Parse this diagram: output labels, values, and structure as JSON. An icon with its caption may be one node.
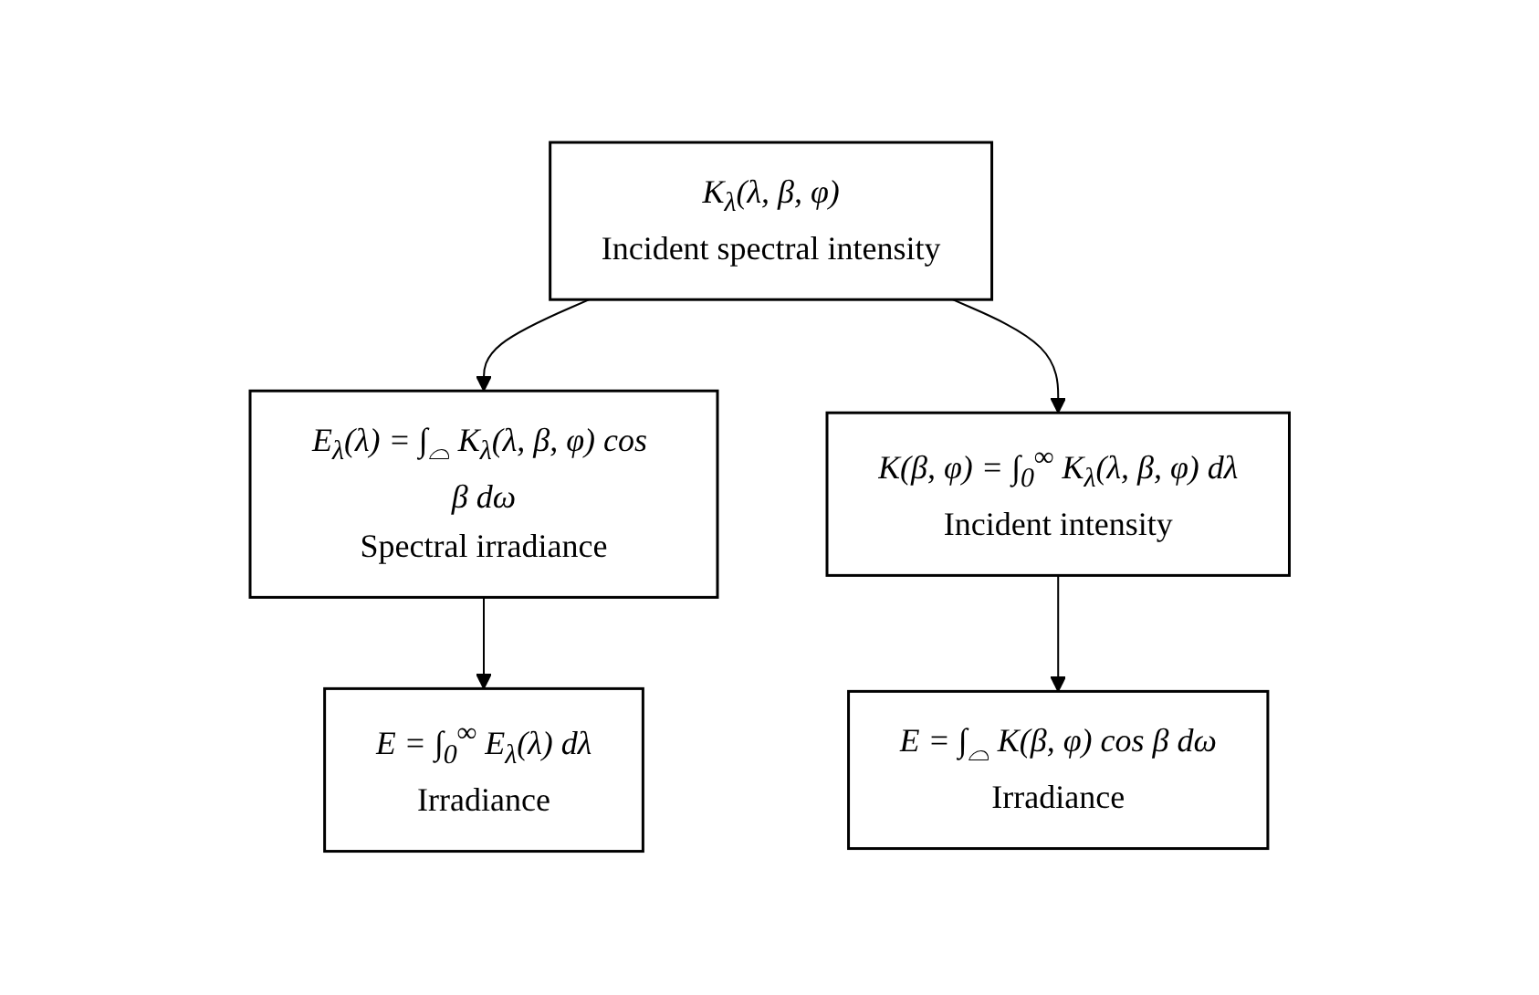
{
  "diagram": {
    "nodes": [
      {
        "text": [
          "K$_{λ}$(λ, β, φ)",
          "Incident spectral intensity"
        ]
      },
      {
        "text": [
          "E$_{λ}$(λ) = ∫$_{⌓}$ K$_{λ}$(λ, β, φ) cos β dω",
          "Spectral irradiance"
        ]
      },
      {
        "text": [
          "K(β, φ) = ∫$_{0}$$^{∞}$ K$_{λ}$(λ, β, φ) dλ",
          "Incident intensity"
        ]
      },
      {
        "text": [
          "E = ∫$_{0}$$^{∞}$ E$_{λ}$(λ) dλ",
          "Irradiance"
        ]
      },
      {
        "text": [
          "E = ∫$_{⌓}$ K(β, φ) cos β dω",
          "Irradiance"
        ]
      }
    ],
    "edges": [
      {
        "from": 0,
        "to": 1,
        "arrow": "to"
      },
      {
        "from": 0,
        "to": 2,
        "arrow": "to"
      },
      {
        "from": 1,
        "to": 3,
        "arrow": "to"
      },
      {
        "from": 2,
        "to": 4,
        "arrow": "to"
      }
    ]
  }
}
